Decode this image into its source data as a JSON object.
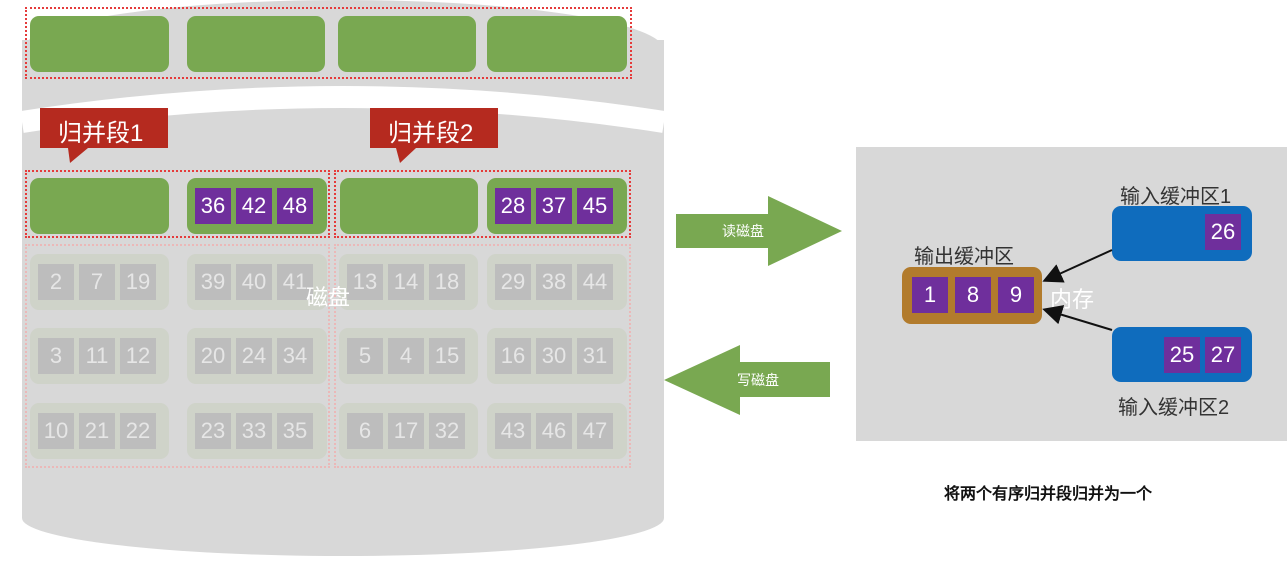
{
  "merge_segment_1": "归并段1",
  "merge_segment_2": "归并段2",
  "disk_label": "磁盘",
  "read_disk": "读磁盘",
  "write_disk": "写磁盘",
  "memory_label": "内存",
  "output_buffer": {
    "label": "输出缓冲区",
    "values": [
      "1",
      "8",
      "9"
    ]
  },
  "input_buffer_1": {
    "label": "输入缓冲区1",
    "values": [
      "26"
    ]
  },
  "input_buffer_2": {
    "label": "输入缓冲区2",
    "values": [
      "25",
      "27"
    ]
  },
  "caption": "将两个有序归并段归并为一个",
  "active_blocks": {
    "seg1_block2": [
      "36",
      "42",
      "48"
    ],
    "seg2_block2": [
      "28",
      "37",
      "45"
    ]
  },
  "faded_rows": [
    [
      [
        "2",
        "7",
        "19"
      ],
      [
        "39",
        "40",
        "41"
      ],
      [
        "13",
        "14",
        "18"
      ],
      [
        "29",
        "38",
        "44"
      ]
    ],
    [
      [
        "3",
        "11",
        "12"
      ],
      [
        "20",
        "24",
        "34"
      ],
      [
        "5",
        "4",
        "15"
      ],
      [
        "16",
        "30",
        "31"
      ]
    ],
    [
      [
        "10",
        "21",
        "22"
      ],
      [
        "23",
        "33",
        "35"
      ],
      [
        "6",
        "17",
        "32"
      ],
      [
        "43",
        "46",
        "47"
      ]
    ]
  ],
  "colors": {
    "green": "#79a851",
    "purple": "#6f2f9c",
    "red": "#b52a1f",
    "blue": "#0f6cbd",
    "brown": "#b27b2c",
    "gray": "#d8d8d8"
  }
}
